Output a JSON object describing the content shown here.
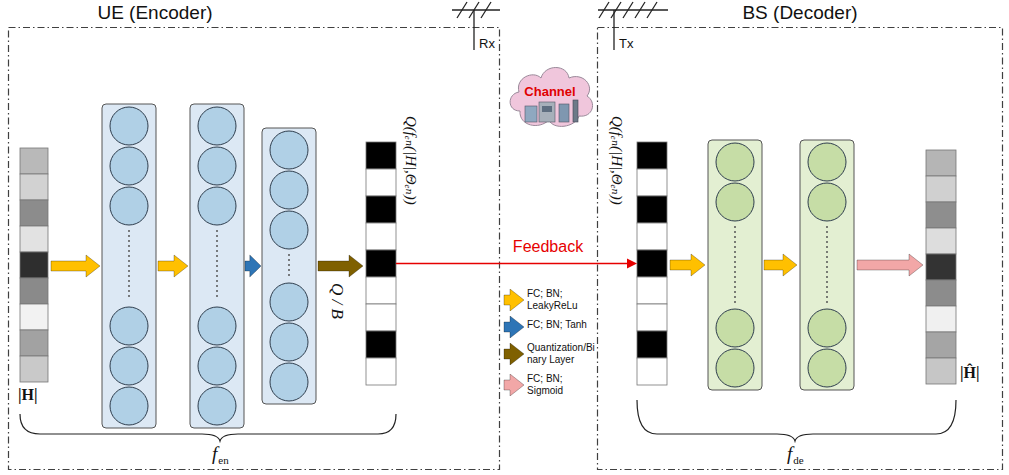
{
  "diagram": {
    "nodes": [
      {
        "text": [
          "UE (Encoder)"
        ]
      },
      {
        "text": [
          "|H|"
        ],
        "in": 0
      },
      {
        "text": [
          "Q(fₑₙ(|H|,Θₑₙ))"
        ],
        "in": 0
      },
      {
        "text": [
          "BS (Decoder)"
        ]
      },
      {
        "text": [
          "Q(fₑₙ(|H|,Θₑₙ))"
        ],
        "in": 3
      },
      {
        "text": [
          "|Ĥ|"
        ],
        "in": 3
      },
      {
        "text": [
          "Channel"
        ]
      }
    ],
    "edges": [
      {
        "from": 2,
        "to": 4,
        "arrow": "to",
        "label": "Feedback"
      }
    ],
    "labels": [
      "Rx",
      "Tx",
      "Q / B",
      "f",
      "en",
      "f",
      "de"
    ],
    "legend": [
      {
        "text": "FC; BN; LeakyReLu",
        "color": "#FFC000"
      },
      {
        "text": "FC; BN; Tanh",
        "color": "#2E75B6"
      },
      {
        "text": "Quantization/Binary Layer",
        "color": "#7F6000"
      },
      {
        "text": "FC; BN; Sigmoid",
        "color": "#F2A7A7"
      }
    ]
  }
}
